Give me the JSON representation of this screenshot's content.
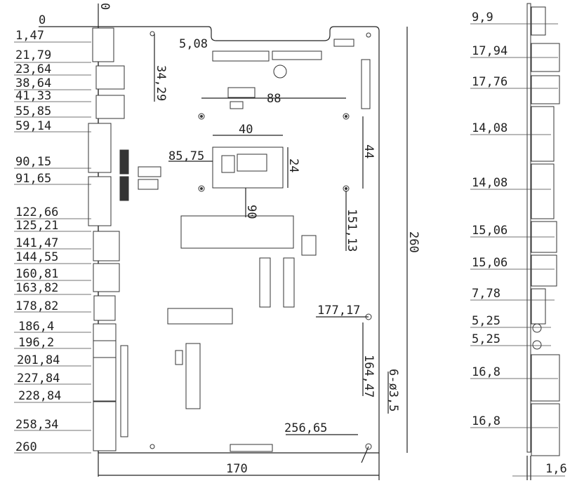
{
  "drawing": {
    "left_dims": [
      "0",
      "1,47",
      "21,79",
      "23,64",
      "38,64",
      "41,33",
      "55,85",
      "59,14",
      "90,15",
      "91,65",
      "122,66",
      "125,21",
      "141,47",
      "144,55",
      "160,81",
      "163,82",
      "178,82",
      "186,4",
      "196,2",
      "201,84",
      "227,84",
      "228,84",
      "258,34",
      "260"
    ],
    "top_zero": "0",
    "board_dims": {
      "pitch": "5,08",
      "hole_y1": "34,29",
      "hole_span_x": "88",
      "cpu_width": "40",
      "cpu_height": "24",
      "cpu_y": "85,75",
      "cpu_x": "90",
      "hole_span_y": "44",
      "hole_x2": "151,13",
      "hole_y3": "177,17",
      "hole_x3": "164,47",
      "hole_y4": "256,65",
      "holes": "6-ø3,5",
      "height": "260",
      "width": "170"
    },
    "side_dims": [
      "9,9",
      "17,94",
      "17,76",
      "14,08",
      "14,08",
      "15,06",
      "15,06",
      "7,78",
      "5,25",
      "5,25",
      "16,8",
      "16,8"
    ],
    "pcb_thickness": "1,6"
  }
}
